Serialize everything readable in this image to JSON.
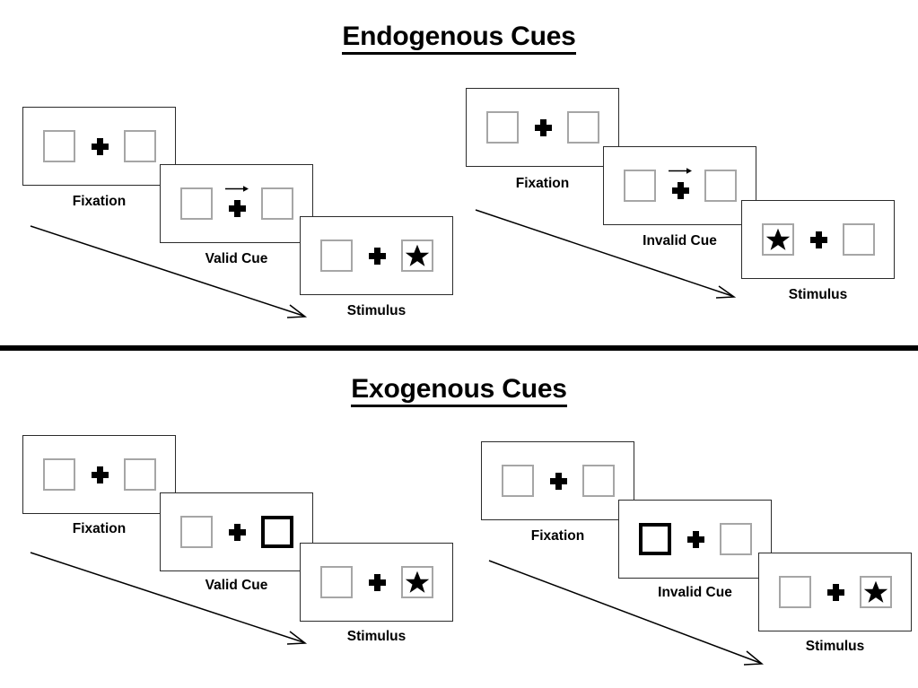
{
  "figure": {
    "title_endogenous": "Endogenous Cues",
    "title_exogenous": "Exogenous Cues"
  },
  "labels": {
    "fixation": "Fixation",
    "valid_cue": "Valid Cue",
    "invalid_cue": "Invalid Cue",
    "stimulus": "Stimulus"
  },
  "colors": {
    "box_border": "#a6a6a6",
    "box_border_highlighted": "#000000",
    "panel_border": "#2b2b2b",
    "ink": "#000000",
    "background": "#ffffff"
  },
  "icons": {
    "fixation_cross": "plus-icon",
    "arrow_cue_right": "arrow-right-icon",
    "target": "star-icon",
    "flow": "diagonal-arrow-icon"
  },
  "sections": [
    {
      "id": "endogenous",
      "title": "Endogenous Cues",
      "cue_type": "central arrow cue",
      "sequences": [
        {
          "id": "endogenous-valid",
          "validity": "valid",
          "cue_label": "Valid Cue",
          "frames": [
            {
              "stage": "Fixation",
              "label": "Fixation",
              "left_box": "empty",
              "right_box": "empty",
              "center": "plus",
              "cue_direction": "none"
            },
            {
              "stage": "Valid Cue",
              "label": "Valid Cue",
              "left_box": "empty",
              "right_box": "empty",
              "center": "plus-with-arrow",
              "cue_direction": "right"
            },
            {
              "stage": "Stimulus",
              "label": "Stimulus",
              "left_box": "empty",
              "right_box": "star",
              "center": "plus",
              "cue_direction": "none"
            }
          ]
        },
        {
          "id": "endogenous-invalid",
          "validity": "invalid",
          "cue_label": "Invalid Cue",
          "frames": [
            {
              "stage": "Fixation",
              "label": "Fixation",
              "left_box": "empty",
              "right_box": "empty",
              "center": "plus",
              "cue_direction": "none"
            },
            {
              "stage": "Invalid Cue",
              "label": "Invalid Cue",
              "left_box": "empty",
              "right_box": "empty",
              "center": "plus-with-arrow",
              "cue_direction": "right"
            },
            {
              "stage": "Stimulus",
              "label": "Stimulus",
              "left_box": "star",
              "right_box": "empty",
              "center": "plus",
              "cue_direction": "none"
            }
          ]
        }
      ]
    },
    {
      "id": "exogenous",
      "title": "Exogenous Cues",
      "cue_type": "peripheral box flash",
      "sequences": [
        {
          "id": "exogenous-valid",
          "validity": "valid",
          "cue_label": "Valid Cue",
          "frames": [
            {
              "stage": "Fixation",
              "label": "Fixation",
              "left_box": "empty",
              "right_box": "empty",
              "center": "plus",
              "cue_direction": "none"
            },
            {
              "stage": "Valid Cue",
              "label": "Valid Cue",
              "left_box": "empty",
              "right_box": "highlighted",
              "center": "plus",
              "cue_direction": "right"
            },
            {
              "stage": "Stimulus",
              "label": "Stimulus",
              "left_box": "empty",
              "right_box": "star",
              "center": "plus",
              "cue_direction": "none"
            }
          ]
        },
        {
          "id": "exogenous-invalid",
          "validity": "invalid",
          "cue_label": "Invalid Cue",
          "frames": [
            {
              "stage": "Fixation",
              "label": "Fixation",
              "left_box": "empty",
              "right_box": "empty",
              "center": "plus",
              "cue_direction": "none"
            },
            {
              "stage": "Invalid Cue",
              "label": "Invalid Cue",
              "left_box": "highlighted",
              "right_box": "empty",
              "center": "plus",
              "cue_direction": "left"
            },
            {
              "stage": "Stimulus",
              "label": "Stimulus",
              "left_box": "empty",
              "right_box": "star",
              "center": "plus",
              "cue_direction": "none"
            }
          ]
        }
      ]
    }
  ]
}
